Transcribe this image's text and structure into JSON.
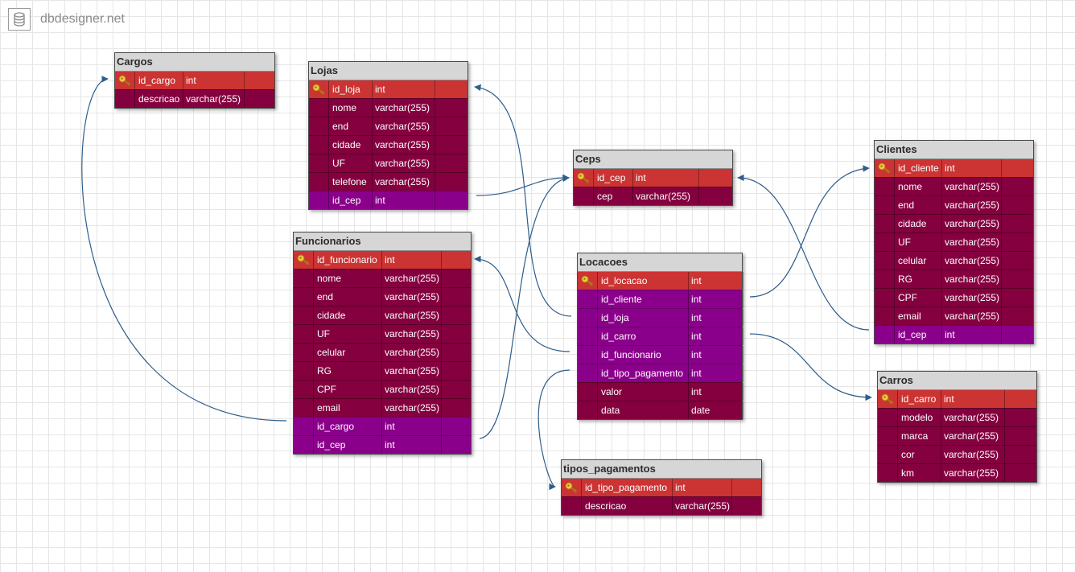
{
  "brand": {
    "name": "dbdesigner.net",
    "icon": "database-icon"
  },
  "colors": {
    "pk_row": "#cc3333",
    "regular_row": "#85003f",
    "fk_row": "#8b008b",
    "header": "#d6d6d6",
    "link": "#2e5d8a"
  },
  "tables": [
    {
      "id": "cargos",
      "name": "Cargos",
      "columns": [
        {
          "name": "id_cargo",
          "type": "int",
          "kind": "pk"
        },
        {
          "name": "descricao",
          "type": "varchar(255)",
          "kind": "reg"
        }
      ]
    },
    {
      "id": "lojas",
      "name": "Lojas",
      "columns": [
        {
          "name": "id_loja",
          "type": "int",
          "kind": "pk"
        },
        {
          "name": "nome",
          "type": "varchar(255)",
          "kind": "reg"
        },
        {
          "name": "end",
          "type": "varchar(255)",
          "kind": "reg"
        },
        {
          "name": "cidade",
          "type": "varchar(255)",
          "kind": "reg"
        },
        {
          "name": "UF",
          "type": "varchar(255)",
          "kind": "reg"
        },
        {
          "name": "telefone",
          "type": "varchar(255)",
          "kind": "reg"
        },
        {
          "name": "id_cep",
          "type": "int",
          "kind": "fk"
        }
      ]
    },
    {
      "id": "ceps",
      "name": "Ceps",
      "columns": [
        {
          "name": "id_cep",
          "type": "int",
          "kind": "pk"
        },
        {
          "name": "cep",
          "type": "varchar(255)",
          "kind": "reg"
        }
      ]
    },
    {
      "id": "clientes",
      "name": "Clientes",
      "columns": [
        {
          "name": "id_cliente",
          "type": "int",
          "kind": "pk"
        },
        {
          "name": "nome",
          "type": "varchar(255)",
          "kind": "reg"
        },
        {
          "name": "end",
          "type": "varchar(255)",
          "kind": "reg"
        },
        {
          "name": "cidade",
          "type": "varchar(255)",
          "kind": "reg"
        },
        {
          "name": "UF",
          "type": "varchar(255)",
          "kind": "reg"
        },
        {
          "name": "celular",
          "type": "varchar(255)",
          "kind": "reg"
        },
        {
          "name": "RG",
          "type": "varchar(255)",
          "kind": "reg"
        },
        {
          "name": "CPF",
          "type": "varchar(255)",
          "kind": "reg"
        },
        {
          "name": "email",
          "type": "varchar(255)",
          "kind": "reg"
        },
        {
          "name": "id_cep",
          "type": "int",
          "kind": "fk"
        }
      ]
    },
    {
      "id": "funcionarios",
      "name": "Funcionarios",
      "columns": [
        {
          "name": "id_funcionario",
          "type": "int",
          "kind": "pk"
        },
        {
          "name": "nome",
          "type": "varchar(255)",
          "kind": "reg"
        },
        {
          "name": "end",
          "type": "varchar(255)",
          "kind": "reg"
        },
        {
          "name": "cidade",
          "type": "varchar(255)",
          "kind": "reg"
        },
        {
          "name": "UF",
          "type": "varchar(255)",
          "kind": "reg"
        },
        {
          "name": "celular",
          "type": "varchar(255)",
          "kind": "reg"
        },
        {
          "name": "RG",
          "type": "varchar(255)",
          "kind": "reg"
        },
        {
          "name": "CPF",
          "type": "varchar(255)",
          "kind": "reg"
        },
        {
          "name": "email",
          "type": "varchar(255)",
          "kind": "reg"
        },
        {
          "name": "id_cargo",
          "type": "int",
          "kind": "fk"
        },
        {
          "name": "id_cep",
          "type": "int",
          "kind": "fk"
        }
      ]
    },
    {
      "id": "locacoes",
      "name": "Locacoes",
      "columns": [
        {
          "name": "id_locacao",
          "type": "int",
          "kind": "pk"
        },
        {
          "name": "id_cliente",
          "type": "int",
          "kind": "fk"
        },
        {
          "name": "id_loja",
          "type": "int",
          "kind": "fk"
        },
        {
          "name": "id_carro",
          "type": "int",
          "kind": "fk"
        },
        {
          "name": "id_funcionario",
          "type": "int",
          "kind": "fk"
        },
        {
          "name": "id_tipo_pagamento",
          "type": "int",
          "kind": "fk"
        },
        {
          "name": "valor",
          "type": "int",
          "kind": "reg"
        },
        {
          "name": "data",
          "type": "date",
          "kind": "reg"
        }
      ]
    },
    {
      "id": "carros",
      "name": "Carros",
      "columns": [
        {
          "name": "id_carro",
          "type": "int",
          "kind": "pk"
        },
        {
          "name": "modelo",
          "type": "varchar(255)",
          "kind": "reg"
        },
        {
          "name": "marca",
          "type": "varchar(255)",
          "kind": "reg"
        },
        {
          "name": "cor",
          "type": "varchar(255)",
          "kind": "reg"
        },
        {
          "name": "km",
          "type": "varchar(255)",
          "kind": "reg"
        }
      ]
    },
    {
      "id": "tipos_pagamentos",
      "name": "tipos_pagamentos",
      "columns": [
        {
          "name": "id_tipo_pagamento",
          "type": "int",
          "kind": "pk"
        },
        {
          "name": "descricao",
          "type": "varchar(255)",
          "kind": "reg"
        }
      ]
    }
  ],
  "relationships": [
    {
      "from": "funcionarios.id_cargo",
      "to": "cargos.id_cargo"
    },
    {
      "from": "locacoes.id_loja",
      "to": "lojas.id_loja"
    },
    {
      "from": "lojas.id_cep",
      "to": "ceps.id_cep"
    },
    {
      "from": "funcionarios.id_cep",
      "to": "ceps.id_cep"
    },
    {
      "from": "clientes.id_cep",
      "to": "ceps.id_cep"
    },
    {
      "from": "locacoes.id_cliente",
      "to": "clientes.id_cliente"
    },
    {
      "from": "locacoes.id_funcionario",
      "to": "funcionarios.id_funcionario"
    },
    {
      "from": "locacoes.id_carro",
      "to": "carros.id_carro"
    },
    {
      "from": "locacoes.id_tipo_pagamento",
      "to": "tipos_pagamentos.id_tipo_pagamento"
    }
  ]
}
